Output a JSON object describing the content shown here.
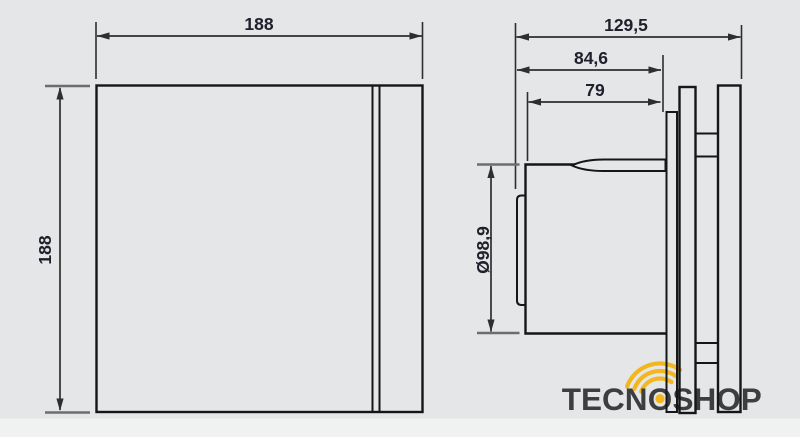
{
  "colors": {
    "bg": "#e5e6e7",
    "footer_bg": "#f0f1f1",
    "line": "#161616",
    "dim_line": "#2e2e2e",
    "tick": "#6d6d6d",
    "dim_text": "#20202c",
    "logo_text": "#3d3e40",
    "logo_accent": "#f2b61e"
  },
  "drawing": {
    "description": "extractor-fan-dimension-drawing",
    "views": {
      "front": "front-view-square-panel",
      "side": "side-profile-with-duct"
    },
    "dimensions": {
      "front_width": {
        "label": "188"
      },
      "front_height": {
        "label": "188"
      },
      "total_depth": {
        "label": "129,5"
      },
      "body_depth": {
        "label": "84,6"
      },
      "duct_length": {
        "label": "79"
      },
      "duct_diameter": {
        "label": "Ø98,9"
      }
    }
  },
  "logo": {
    "prefix": "TECN",
    "o": "O",
    "suffix": "SHOP"
  }
}
